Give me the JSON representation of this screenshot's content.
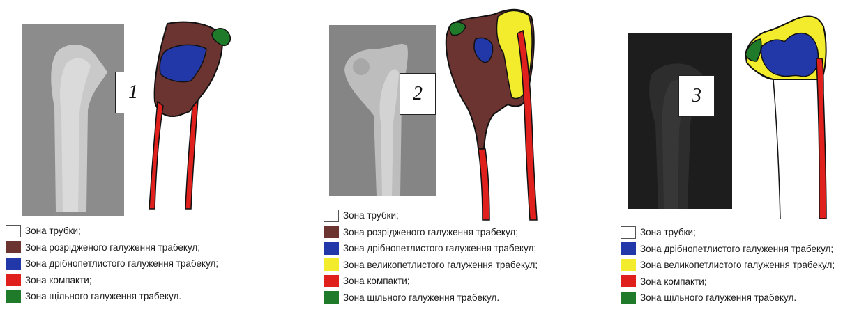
{
  "colors": {
    "tube": "#ffffff",
    "sparse": "#6b3431",
    "fine_loop": "#2338a8",
    "large_loop": "#f2ec2c",
    "compact": "#e0201c",
    "dense": "#1f7a2a"
  },
  "panels": [
    {
      "number": "1",
      "legend": [
        {
          "swatch": "tube",
          "label": "Зона трубки;"
        },
        {
          "swatch": "sparse",
          "label": "Зона розрідженого галуження трабекул;"
        },
        {
          "swatch": "fine_loop",
          "label": "Зона дрібнопетлистого галуження трабекул;"
        },
        {
          "swatch": "compact",
          "label": "Зона компакти;"
        },
        {
          "swatch": "dense",
          "label": "Зона щільного галуження трабекул."
        }
      ]
    },
    {
      "number": "2",
      "legend": [
        {
          "swatch": "tube",
          "label": "Зона трубки;"
        },
        {
          "swatch": "sparse",
          "label": "Зона розрідженого галуження трабекул;"
        },
        {
          "swatch": "fine_loop",
          "label": "Зона дрібнопетлистого галуження трабекул;"
        },
        {
          "swatch": "large_loop",
          "label": "Зона великопетлистого галуження трабекул;"
        },
        {
          "swatch": "compact",
          "label": "Зона компакти;"
        },
        {
          "swatch": "dense",
          "label": "Зона щільного галуження трабекул."
        }
      ]
    },
    {
      "number": "3",
      "legend": [
        {
          "swatch": "tube",
          "label": "Зона трубки;"
        },
        {
          "swatch": "fine_loop",
          "label": "Зона дрібнопетлистого галуження трабекул;"
        },
        {
          "swatch": "large_loop",
          "label": "Зона великопетлистого галуження трабекул;"
        },
        {
          "swatch": "compact",
          "label": "Зона компакти;"
        },
        {
          "swatch": "dense",
          "label": "Зона щільного галуження трабекул."
        }
      ]
    }
  ]
}
